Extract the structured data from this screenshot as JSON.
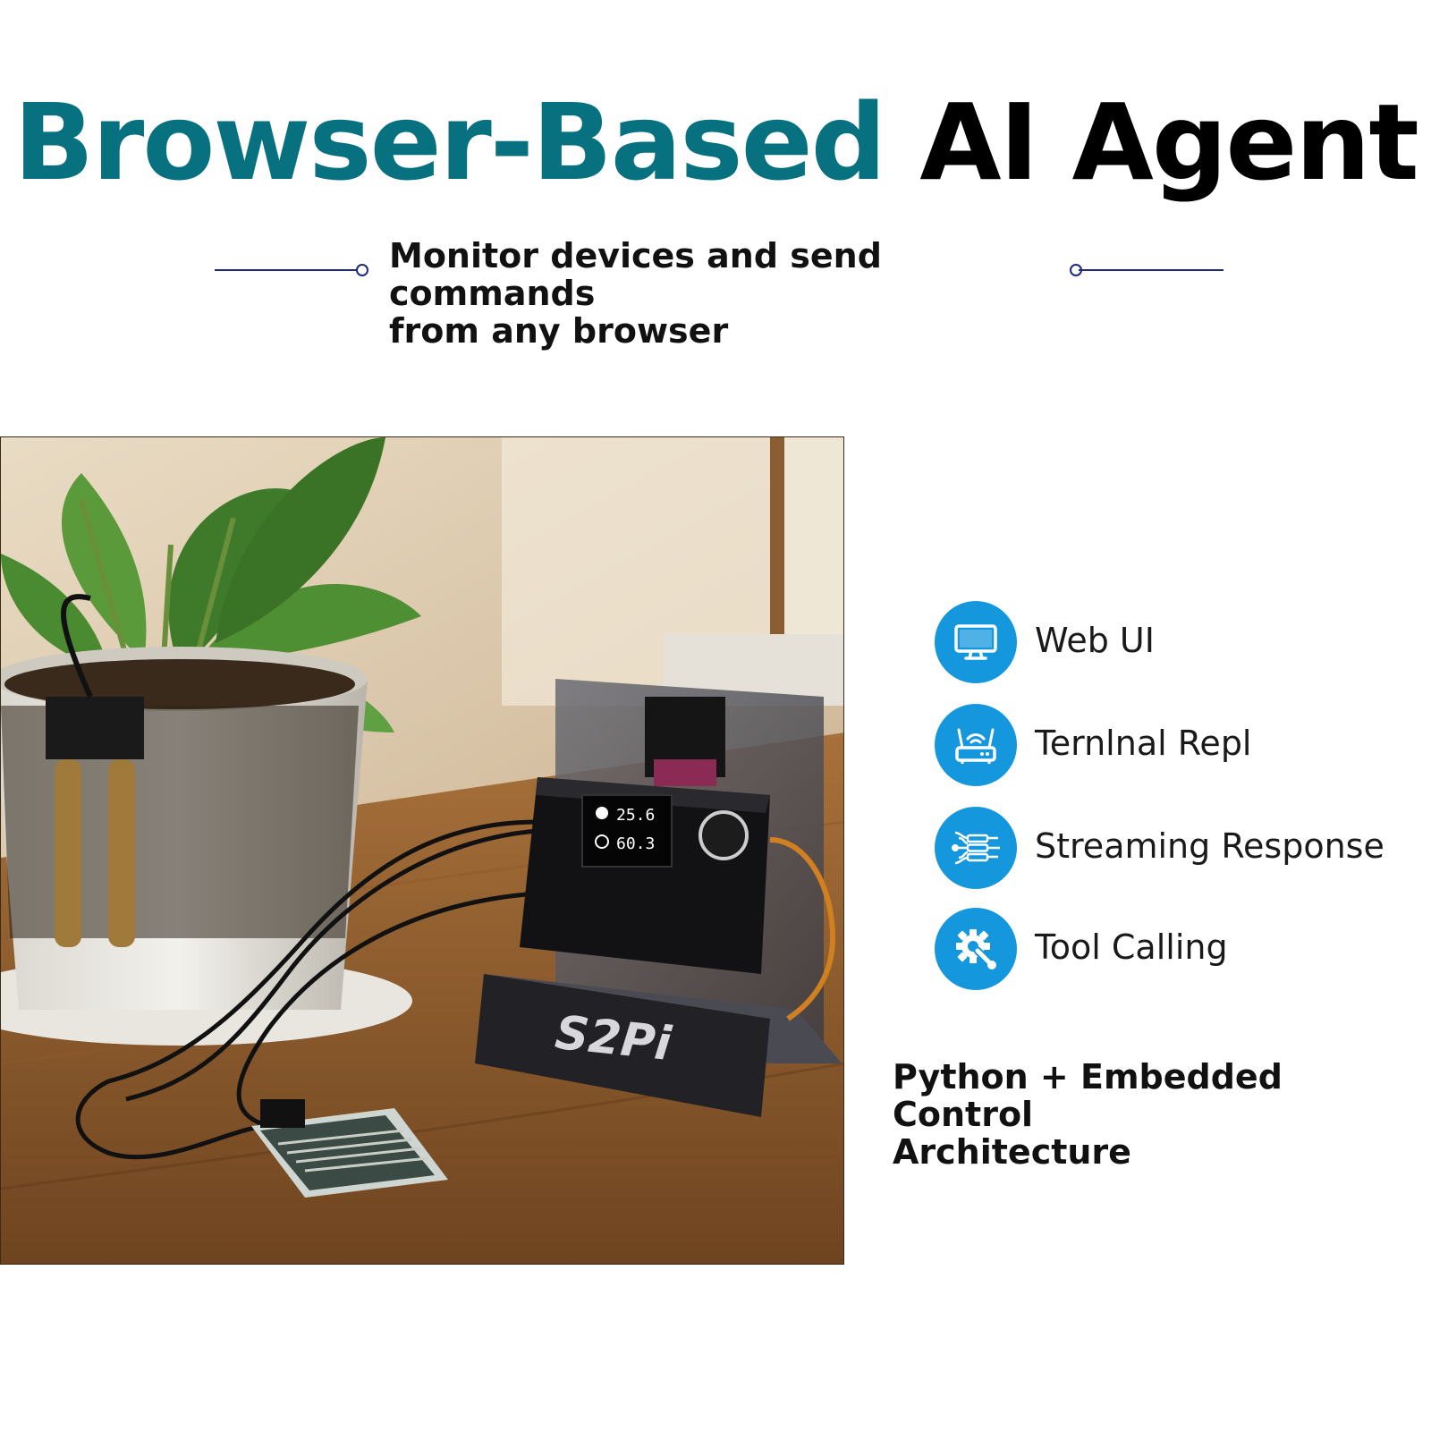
{
  "header": {
    "title_part1": "Browser-Based",
    "title_part2": "AI Agent",
    "subtitle_line1": "Monitor devices and send commands",
    "subtitle_line2": "from any browser"
  },
  "colors": {
    "title_accent": "#077180",
    "icon_circle": "#1597dd",
    "rule_line": "#1f2a7a"
  },
  "photo": {
    "display_temperature": "25.6",
    "display_humidity": "60.3",
    "brand_logo": "S2Pi"
  },
  "features": [
    {
      "icon": "monitor-icon",
      "label": "Web UI"
    },
    {
      "icon": "router-wifi-icon",
      "label": "Ternlnal Repl"
    },
    {
      "icon": "circuit-stream-icon",
      "label": "Streaming Response"
    },
    {
      "icon": "gear-wrench-icon",
      "label": "Tool Calling"
    }
  ],
  "architecture": {
    "line1": "Python + Embedded Control",
    "line2": "Architecture"
  }
}
